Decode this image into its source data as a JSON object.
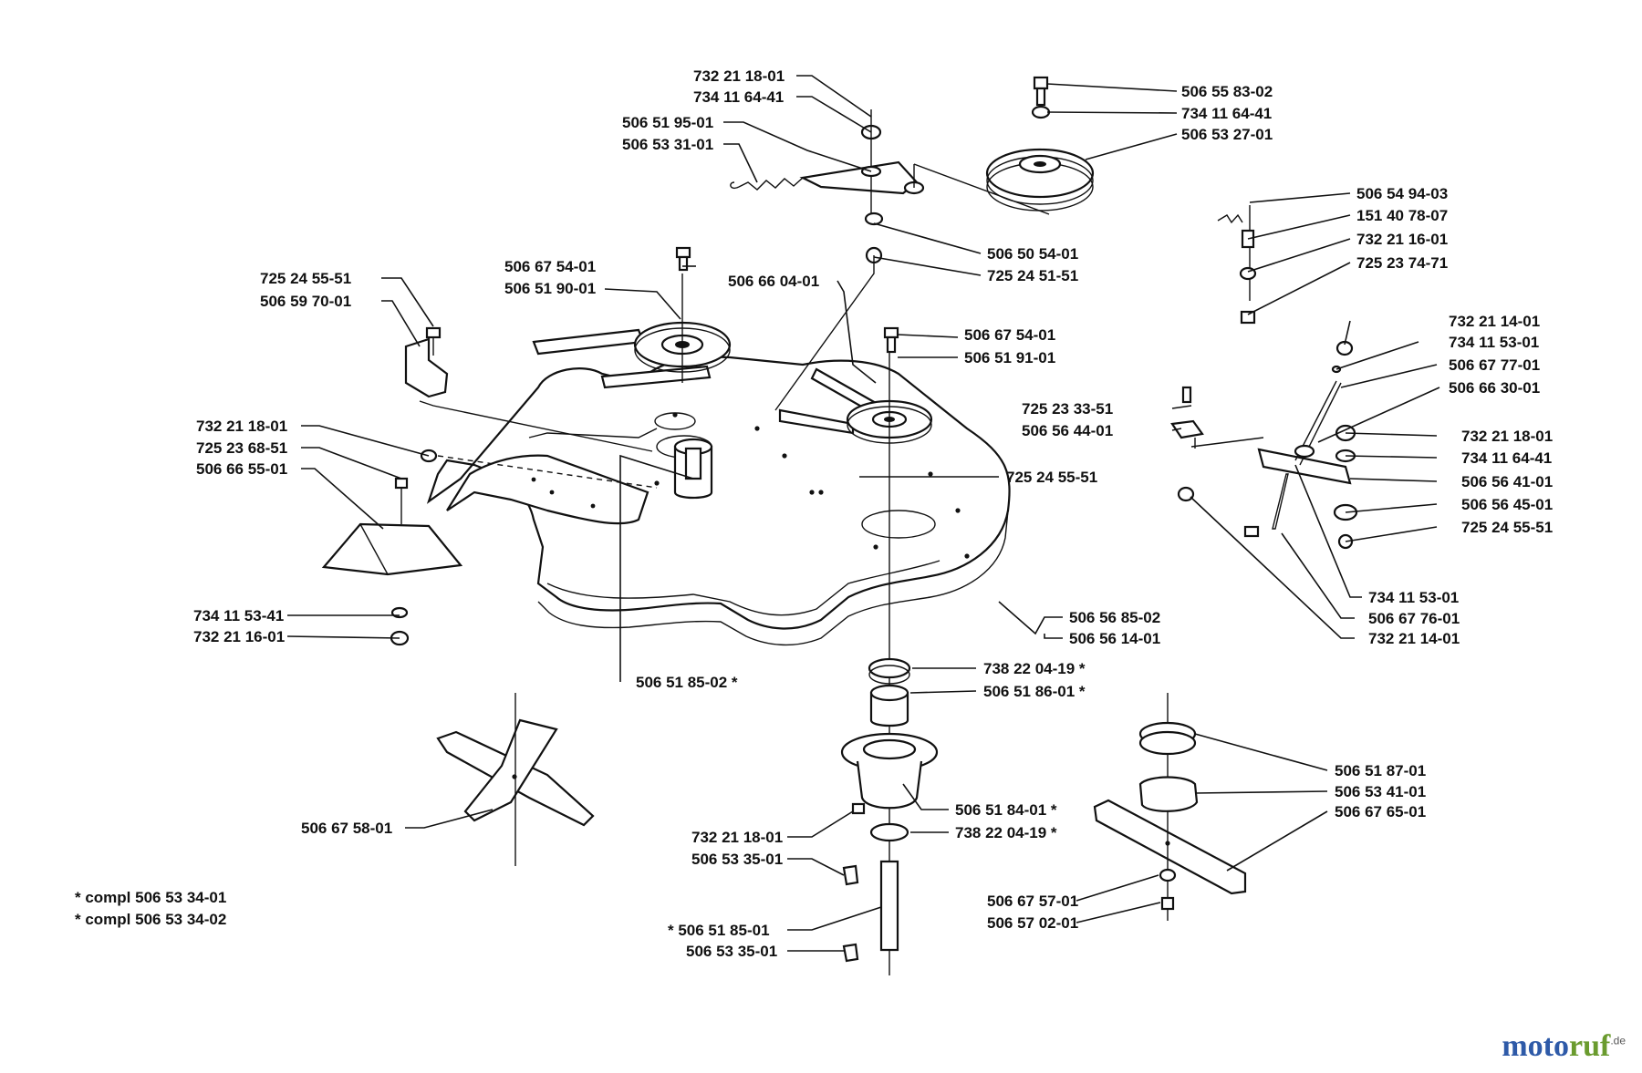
{
  "labels": [
    "732 21 18-01",
    "734 11 64-41",
    "506 51 95-01",
    "506 53 31-01",
    "506 55 83-02",
    "734 11 64-41",
    "506 53 27-01",
    "506 54 94-03",
    "151 40 78-07",
    "732 21 16-01",
    "725 23 74-71",
    "506 50 54-01",
    "725 24 51-51",
    "506 67 54-01",
    "506 51 90-01",
    "506 66 04-01",
    "725 24 55-51",
    "506 59 70-01",
    "506 67 54-01",
    "506 51 91-01",
    "732 21 14-01",
    "734 11 53-01",
    "506 67 77-01",
    "506 66 30-01",
    "725 23 33-51",
    "506 56 44-01",
    "732 21 18-01",
    "734 11 64-41",
    "506 56 41-01",
    "506 56 45-01",
    "725 24 55-51",
    "732 21 18-01",
    "725 23 68-51",
    "506 66 55-01",
    "725 24 55-51",
    "734 11 53-01",
    "506 67 76-01",
    "732 21 14-01",
    "506 56 85-02",
    "506 56 14-01",
    "734 11 53-41",
    "732 21 16-01",
    "738 22 04-19  *",
    "506 51 86-01  *",
    "506 51 85-02  *",
    "506 51 87-01",
    "506 53 41-01",
    "506 67 65-01",
    "506 51 84-01  *",
    "738 22 04-19  *",
    "506 67 58-01",
    "732 21 18-01",
    "506 53 35-01",
    "*  506 51 85-01",
    "506 53 35-01",
    "506 67 57-01",
    "506 57 02-01"
  ],
  "notes": [
    "*  compl 506 53 34-01",
    "*  compl 506 53 34-02"
  ],
  "logo": {
    "main": "moto",
    "accent": "ruf",
    "suffix": ".de"
  }
}
